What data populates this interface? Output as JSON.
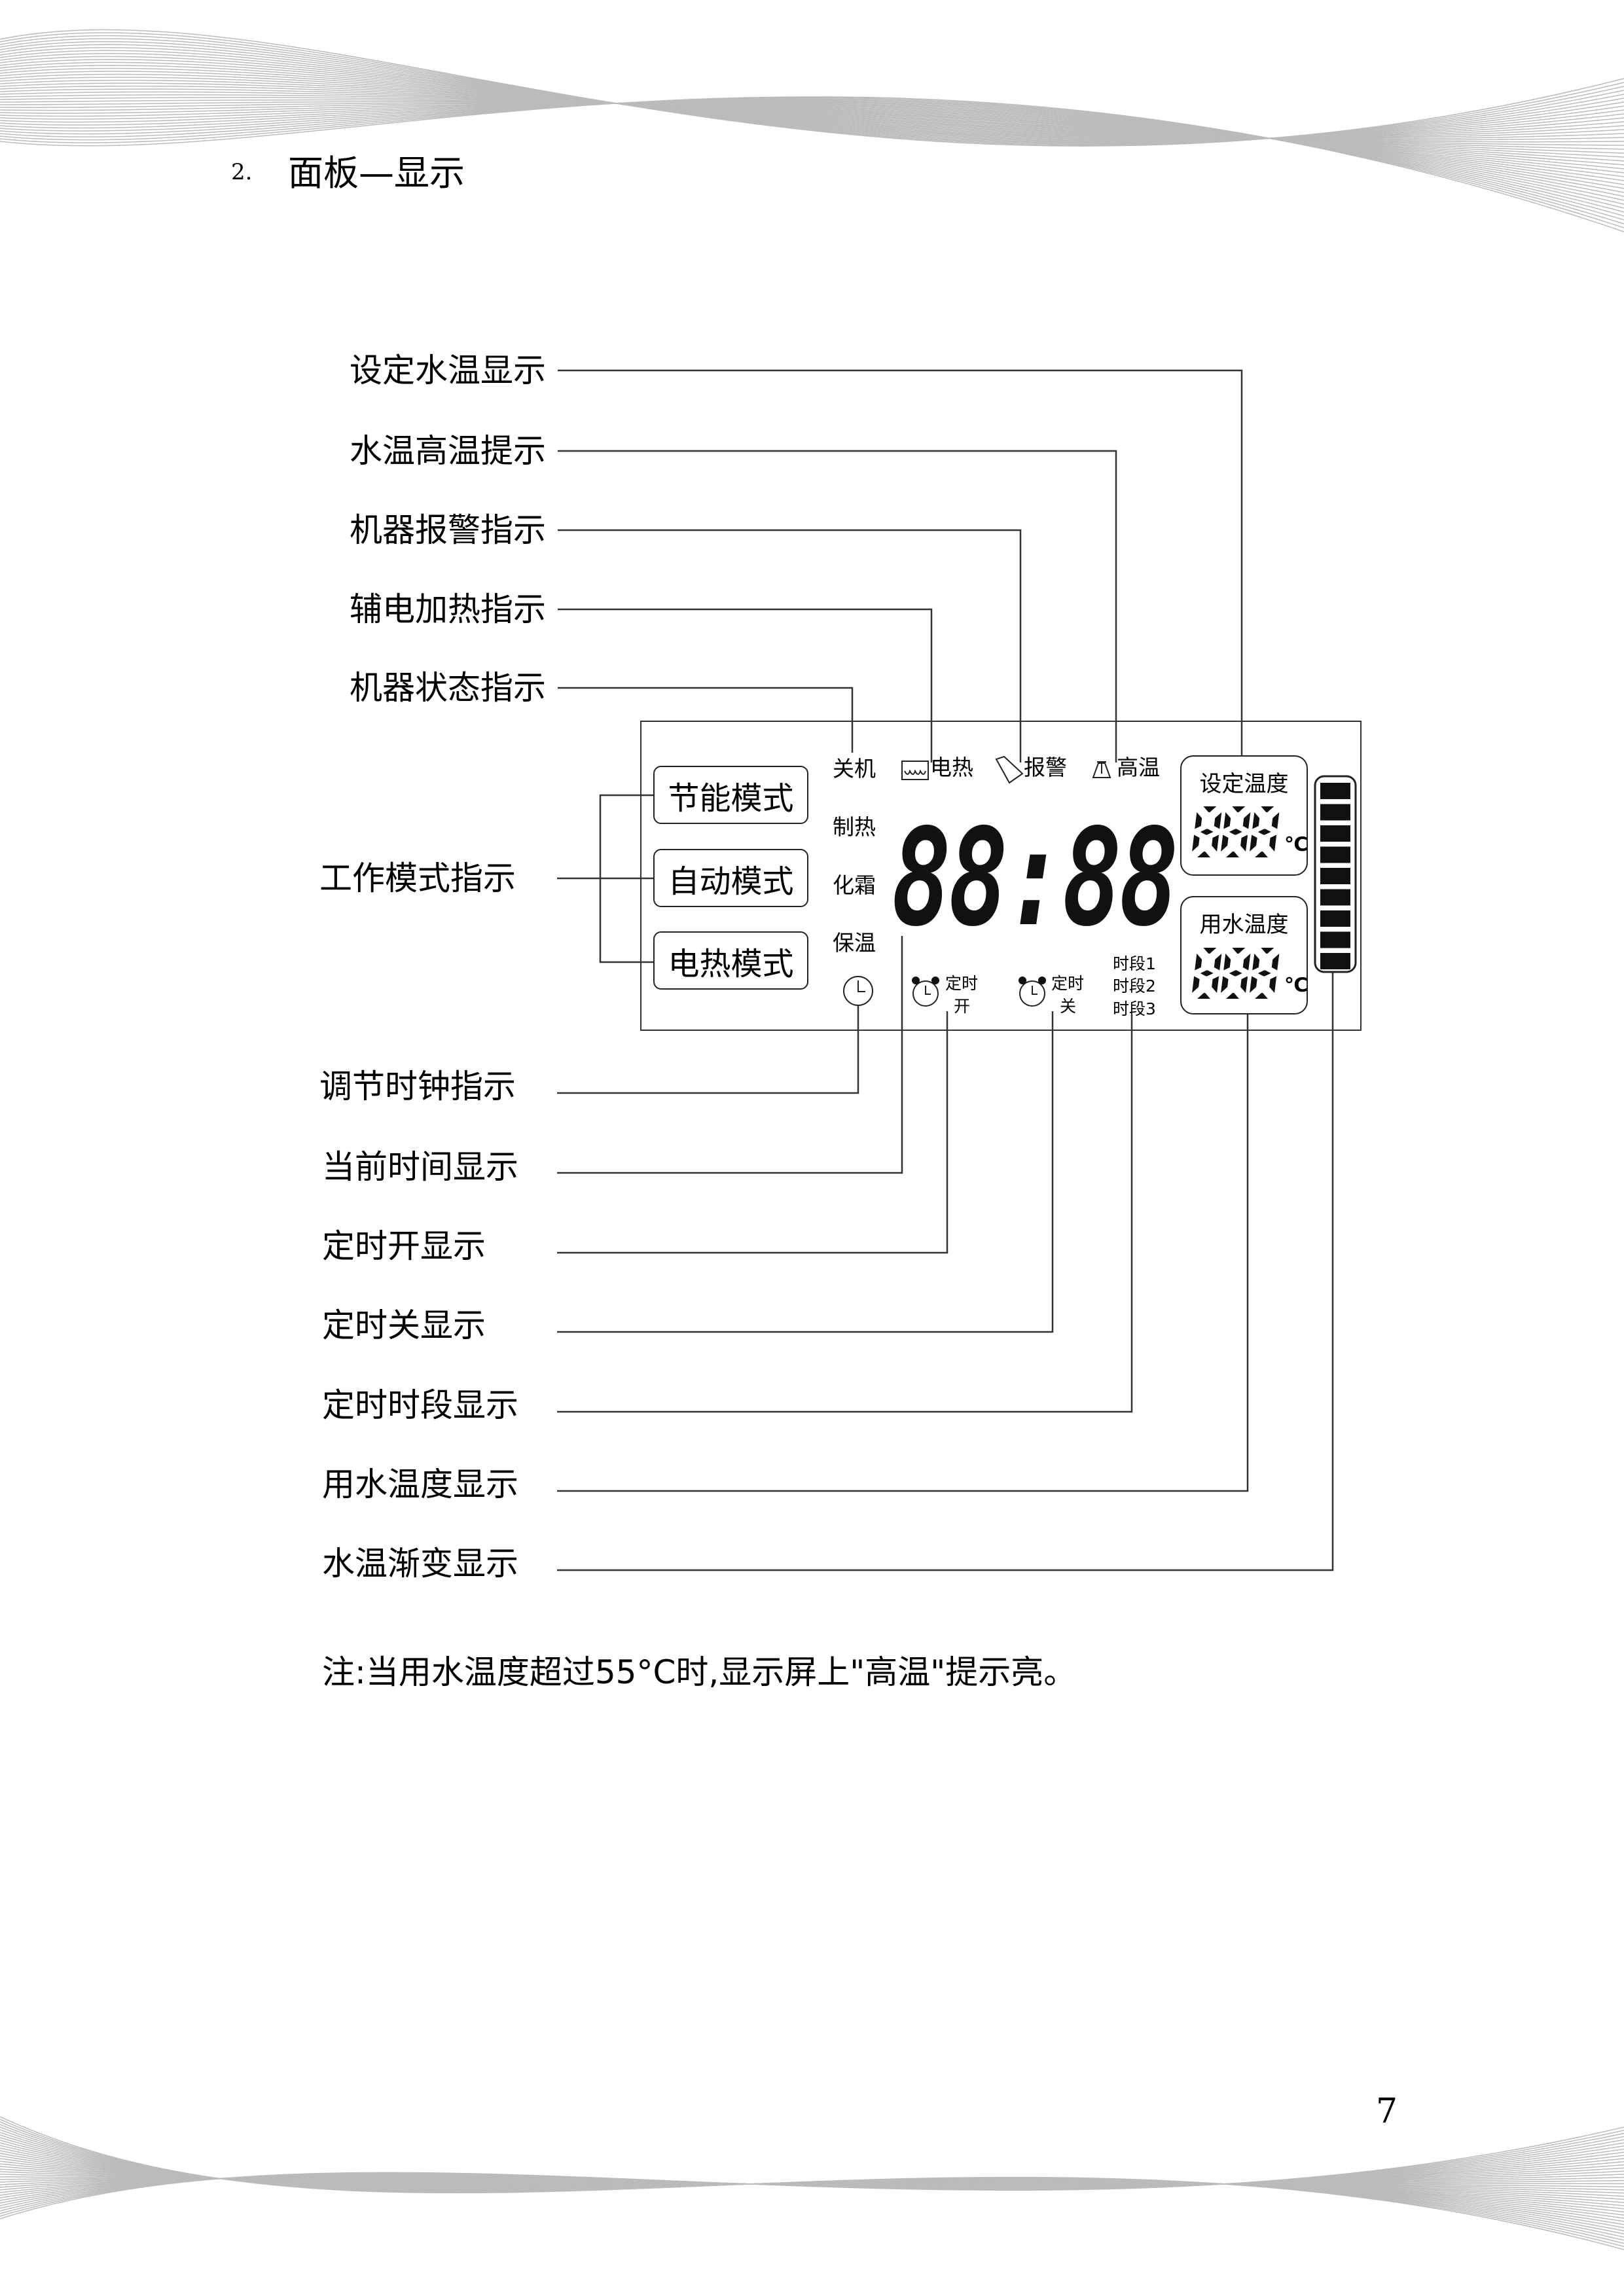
{
  "header": {
    "section_number": "2.",
    "title": "面板—显示"
  },
  "callouts_top": [
    "设定水温显示",
    "水温高温提示",
    "机器报警指示",
    "辅电加热指示",
    "机器状态指示"
  ],
  "callout_mode": "工作模式指示",
  "callouts_bottom": [
    "调节时钟指示",
    "当前时间显示",
    "定时开显示",
    "定时关显示",
    "定时时段显示",
    "用水温度显示",
    "水温渐变显示"
  ],
  "panel": {
    "modes": [
      "节能模式",
      "自动模式",
      "电热模式"
    ],
    "states": [
      "关机",
      "制热",
      "化霜",
      "保温"
    ],
    "indicators": {
      "electric_heat": "电热",
      "alarm": "报警",
      "high_temp": "高温"
    },
    "clock_display": "88:88",
    "timer_on": {
      "line1": "定时",
      "line2": "开"
    },
    "timer_off": {
      "line1": "定时",
      "line2": "关"
    },
    "periods": [
      "时段1",
      "时段2",
      "时段3"
    ],
    "set_temp": {
      "label": "设定温度",
      "value": "888",
      "unit": "℃"
    },
    "water_temp": {
      "label": "用水温度",
      "value": "888",
      "unit": "℃"
    },
    "gradient_bar_segments": 9
  },
  "note": "注:当用水温度超过55°C时,显示屏上\"高温\"提示亮。",
  "page_number": "7"
}
